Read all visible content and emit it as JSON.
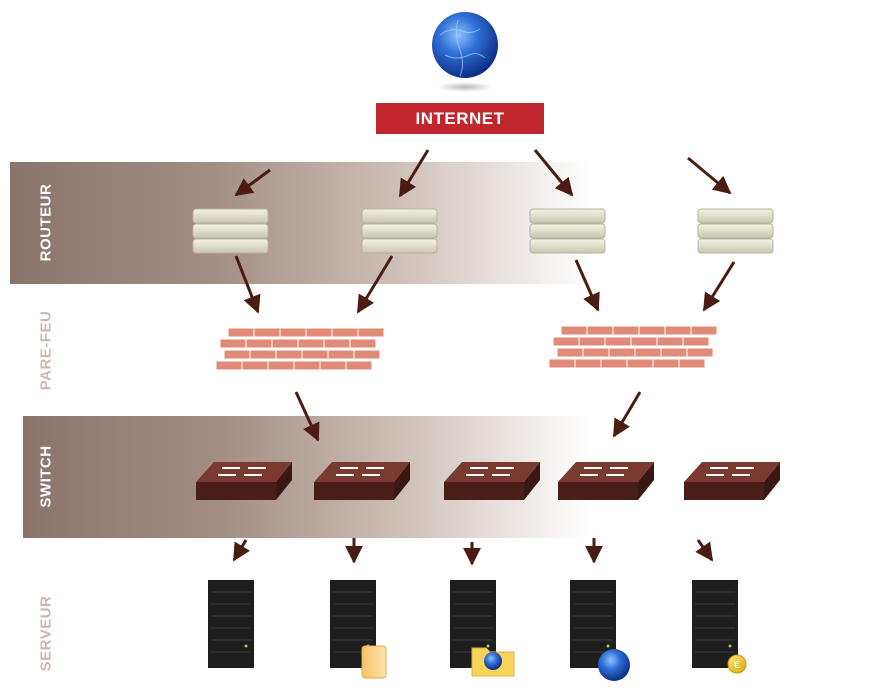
{
  "internet": {
    "label": "INTERNET",
    "color": "#c0272d"
  },
  "layers": {
    "router": "ROUTEUR",
    "firewall": "PARE-FEU",
    "switch": "SWITCH",
    "server": "SERVEUR"
  },
  "nodes": {
    "routers": 4,
    "firewalls": 2,
    "switches": 5,
    "servers": 5
  },
  "server_badges": [
    "none",
    "document-icon",
    "folder-globe-icon",
    "globe-icon",
    "euro-coin-icon"
  ],
  "colors": {
    "band": "#8a746b",
    "arrow": "#4a1c12",
    "brick": "#e08a78",
    "switch": "#5a2a22",
    "server": "#1e1e1e"
  }
}
